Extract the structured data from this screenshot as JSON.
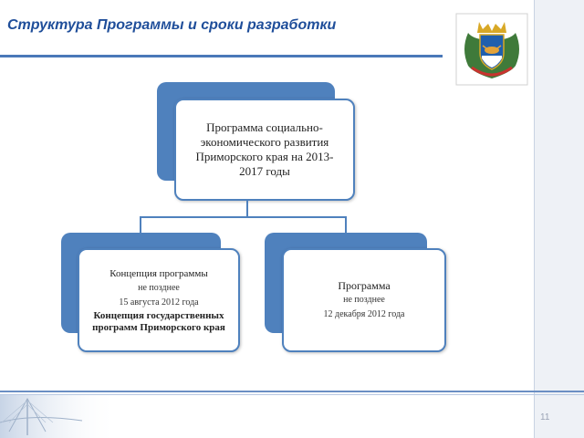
{
  "title": "Структура Программы и сроки разработки",
  "page_number": "11",
  "diagram": {
    "top": {
      "label": "Программа социально-экономического развития Приморского края на 2013-2017 годы"
    },
    "left": {
      "heading": "Концепция программы",
      "line1": "не позднее",
      "line2": "15 августа 2012 года",
      "footer": "Концепция государственных программ Приморского края"
    },
    "right": {
      "heading": "Программа",
      "line1": "не позднее",
      "line2": "12 декабря 2012 года"
    }
  },
  "colors": {
    "accent": "#4f81bd",
    "title": "#1f4e9a"
  }
}
